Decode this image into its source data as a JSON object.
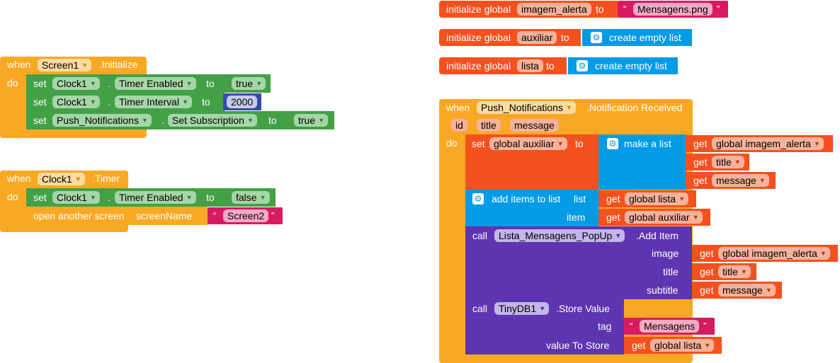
{
  "kw": {
    "when": "when",
    "do": "do",
    "set": "set",
    "to": "to",
    "get": "get",
    "call": "call",
    "dot": ".",
    "initialize_global": "initialize global",
    "create_empty_list": "create empty list",
    "make_a_list": "make a list",
    "add_items_to_list": "add items to list",
    "list": "list",
    "item": "item",
    "open_another_screen": "open another screen",
    "screenName": "screenName",
    "image": "image",
    "title": "title",
    "subtitle": "subtitle",
    "tag": "tag",
    "value_to_store": "value To Store",
    "open_quote": "“",
    "close_quote": "”"
  },
  "globals": {
    "imagem_alerta": {
      "name": "imagem_alerta",
      "value": "Mensagens.png"
    },
    "auxiliar": {
      "name": "auxiliar"
    },
    "lista": {
      "name": "lista"
    }
  },
  "screen_init": {
    "component": "Screen1",
    "event": ".Initialize",
    "rows": [
      {
        "component": "Clock1",
        "property": "Timer Enabled",
        "value": "true"
      },
      {
        "component": "Clock1",
        "property": "Timer Interval",
        "value": "2000"
      },
      {
        "component": "Push_Notifications",
        "property": "Set Subscription",
        "value": "true"
      }
    ]
  },
  "clock_timer": {
    "component": "Clock1",
    "event": ".Timer",
    "row": {
      "component": "Clock1",
      "property": "Timer Enabled",
      "value": "false"
    },
    "screen_value": "Screen2"
  },
  "notif": {
    "component": "Push_Notifications",
    "event": ".Notification Received",
    "params": [
      "id",
      "title",
      "message"
    ],
    "set_var": "global auxiliar",
    "make_list_items": [
      "global imagem_alerta",
      "title",
      "message"
    ],
    "add_list": "global lista",
    "add_item": "global auxiliar",
    "popup_component": "Lista_Mensagens_PopUp",
    "popup_method": ".Add Item",
    "popup_image": "global imagem_alerta",
    "popup_title": "title",
    "popup_subtitle": "message",
    "tinydb_component": "TinyDB1",
    "tinydb_method": ".Store Value",
    "tag_value": "Mensagens",
    "store_value": "global lista"
  }
}
